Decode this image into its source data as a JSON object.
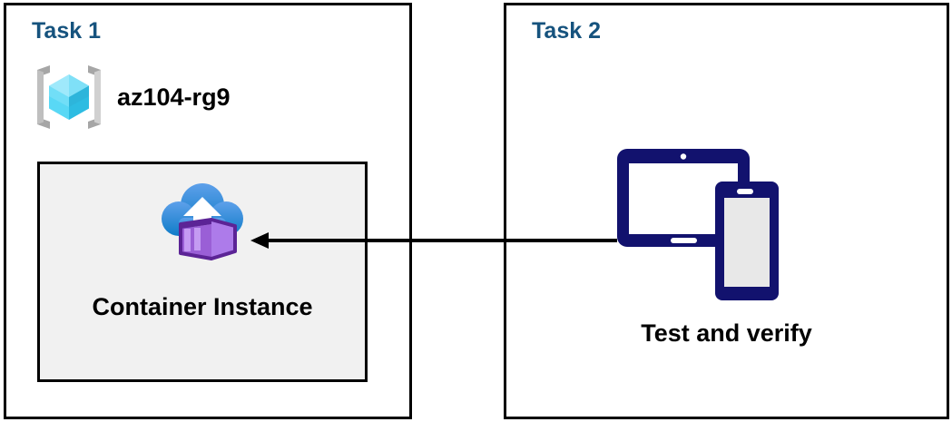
{
  "diagram": {
    "background_color": "#ffffff",
    "panel_border_color": "#000000",
    "title_color": "#16537e",
    "accent_navy": "#12126e",
    "inner_box_fill": "#f1f1f1",
    "arrow_color": "#000000"
  },
  "panels": [
    {
      "id": "task1",
      "title": "Task 1",
      "resource_group": {
        "icon": "azure-resource-group-icon",
        "name": "az104-rg9"
      },
      "resource": {
        "icon": "azure-container-instance-icon",
        "label": "Container Instance"
      }
    },
    {
      "id": "task2",
      "title": "Task 2",
      "item": {
        "icon": "devices-tablet-phone-icon",
        "label": "Test and verify"
      }
    }
  ],
  "connector": {
    "name": "arrow-task2-to-container-instance",
    "direction": "right-to-left",
    "from": "Test and verify",
    "to": "Container Instance"
  }
}
